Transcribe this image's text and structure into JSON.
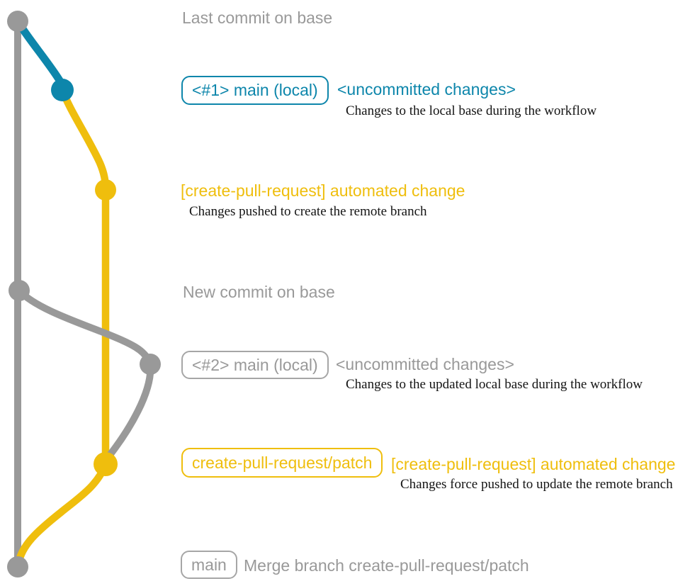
{
  "colors": {
    "base_branch_gray": "#999999",
    "local_change_teal": "#0d86ab",
    "remote_branch_yellow": "#efbe0d",
    "description_text": "#141414",
    "background": "#ffffff"
  },
  "graph": {
    "commits": [
      {
        "id": "last-commit-on-base",
        "branch": "base",
        "color": "gray"
      },
      {
        "id": "local-uncommitted-1",
        "branch": "local",
        "color": "teal"
      },
      {
        "id": "remote-automated-1",
        "branch": "create-pull-request/patch",
        "color": "yellow"
      },
      {
        "id": "new-commit-on-base",
        "branch": "base",
        "color": "gray"
      },
      {
        "id": "local-uncommitted-2",
        "branch": "local",
        "color": "gray"
      },
      {
        "id": "remote-automated-2",
        "branch": "create-pull-request/patch",
        "color": "yellow"
      },
      {
        "id": "merge-commit",
        "branch": "base",
        "color": "gray"
      }
    ]
  },
  "annotations": {
    "last_commit_label": "Last commit on base",
    "new_commit_label": "New commit on base"
  },
  "rows": {
    "local1": {
      "badge": "<#1> main (local)",
      "title": "<uncommitted changes>",
      "description": "Changes to the local base during the workflow"
    },
    "remote1": {
      "title": "[create-pull-request] automated change",
      "description": "Changes pushed to create the remote branch"
    },
    "local2": {
      "badge": "<#2> main (local)",
      "title": "<uncommitted changes>",
      "description": "Changes to the updated local base during the workflow"
    },
    "remote2": {
      "badge": "create-pull-request/patch",
      "title": "[create-pull-request] automated change",
      "description": "Changes force pushed to update the remote branch"
    },
    "merge": {
      "badge": "main",
      "title": "Merge branch create-pull-request/patch"
    }
  }
}
